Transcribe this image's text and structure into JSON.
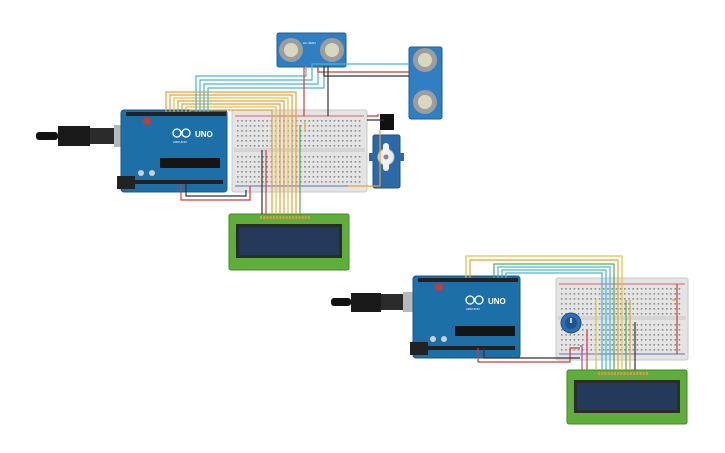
{
  "circuit_1": {
    "arduino": {
      "model_label": "UNO",
      "brand_label": "ARDUINO"
    },
    "ultrasonic_sensors": [
      {
        "label": "HC-SR04"
      },
      {
        "label": ""
      }
    ],
    "breadboard": "small",
    "lcd": "16x2",
    "servo": "micro-servo"
  },
  "circuit_2": {
    "arduino": {
      "model_label": "UNO",
      "brand_label": "ARDUINO"
    },
    "breadboard": "small",
    "potentiometer": "potentiometer",
    "lcd": "16x2"
  },
  "colors": {
    "arduino_board": "#1d6fa8",
    "breadboard": "#e4e4e4",
    "lcd_pcb": "#5fae3c",
    "lcd_screen": "#243a5a",
    "sensor": "#2f7fc2",
    "servo": "#2a6aa8",
    "wire_orange": "#e8a13a",
    "wire_yellow": "#e6c23a",
    "wire_cyan": "#45b6d8",
    "wire_red": "#d23a3a",
    "wire_black": "#333333",
    "wire_green": "#4caf50"
  }
}
